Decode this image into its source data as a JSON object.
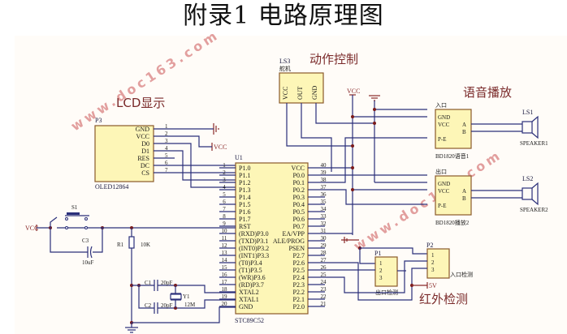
{
  "title": "附录1  电路原理图",
  "sections": {
    "lcd": "LCD显示",
    "motion": "动作控制",
    "voice": "语音播放",
    "ir": "红外检测"
  },
  "watermark": "www.doc163.com",
  "lcd_module": {
    "ref": "P3",
    "part": "OLED12864",
    "pins": [
      "GND",
      "VCC",
      "D0",
      "D1",
      "RES",
      "DC",
      "CS"
    ],
    "pin_numbers": [
      "1",
      "2",
      "3",
      "4",
      "5",
      "6",
      "7"
    ],
    "gnd_label": "",
    "vcc_label": "VCC"
  },
  "mcu": {
    "ref": "U1",
    "part": "STC89C52",
    "left_pins": [
      {
        "num": "1",
        "name": "P1.0"
      },
      {
        "num": "2",
        "name": "P1.1"
      },
      {
        "num": "3",
        "name": "P1.2"
      },
      {
        "num": "4",
        "name": "P1.3"
      },
      {
        "num": "5",
        "name": "P1.4"
      },
      {
        "num": "6",
        "name": "P1.5"
      },
      {
        "num": "7",
        "name": "P1.6"
      },
      {
        "num": "8",
        "name": "P1.7"
      },
      {
        "num": "9",
        "name": "RST"
      },
      {
        "num": "10",
        "name": "(RXD)P3.0"
      },
      {
        "num": "11",
        "name": "(TXD)P3.1"
      },
      {
        "num": "12",
        "name": "(INT0)P3.2"
      },
      {
        "num": "13",
        "name": "(INT1)P3.3"
      },
      {
        "num": "14",
        "name": "(T0)P3.4"
      },
      {
        "num": "15",
        "name": "(T1)P3.5"
      },
      {
        "num": "16",
        "name": "(WR)P3.6"
      },
      {
        "num": "17",
        "name": "(RD)P3.7"
      },
      {
        "num": "18",
        "name": "XTAL2"
      },
      {
        "num": "19",
        "name": "XTAL1"
      },
      {
        "num": "20",
        "name": "GND"
      }
    ],
    "right_pins": [
      {
        "num": "40",
        "name": "VCC"
      },
      {
        "num": "39",
        "name": "P0.0"
      },
      {
        "num": "38",
        "name": "P0.1"
      },
      {
        "num": "37",
        "name": "P0.2"
      },
      {
        "num": "36",
        "name": "P0.3"
      },
      {
        "num": "35",
        "name": "P0.4"
      },
      {
        "num": "34",
        "name": "P0.5"
      },
      {
        "num": "33",
        "name": "P0.6"
      },
      {
        "num": "32",
        "name": "P0.7"
      },
      {
        "num": "31",
        "name": "EA/VPP"
      },
      {
        "num": "30",
        "name": "ALE/PROG"
      },
      {
        "num": "29",
        "name": "PSEN"
      },
      {
        "num": "28",
        "name": "P2.7"
      },
      {
        "num": "27",
        "name": "P2.6"
      },
      {
        "num": "26",
        "name": "P2.5"
      },
      {
        "num": "25",
        "name": "P2.4"
      },
      {
        "num": "24",
        "name": "P2.3"
      },
      {
        "num": "23",
        "name": "P2.2"
      },
      {
        "num": "22",
        "name": "P2.1"
      },
      {
        "num": "21",
        "name": "P2.0"
      }
    ]
  },
  "motion_module": {
    "ref": "LS3",
    "desc": "舵机",
    "pins": [
      "VCC",
      "OUT",
      "GND"
    ],
    "vcc_label": "VCC"
  },
  "voice_modules": [
    {
      "ref": "入口",
      "part": "BD1820语音1",
      "pins_left": [
        "GND",
        "VCC",
        "P-E"
      ],
      "pins_right": [
        "A",
        "B"
      ],
      "speaker_ref": "LS1",
      "speaker": "SPEAKER1"
    },
    {
      "ref": "出口",
      "part": "BD1820播放2",
      "pins_left": [
        "GND",
        "VCC",
        "P-E"
      ],
      "pins_right": [
        "A",
        "B"
      ],
      "speaker_ref": "LS2",
      "speaker": "SPEAKER2"
    }
  ],
  "ir_modules": [
    {
      "ref": "P1",
      "desc": "出口检测",
      "pins": [
        "1",
        "2",
        "3"
      ]
    },
    {
      "ref": "P2",
      "desc": "入口检测",
      "pins": [
        "1",
        "2",
        "3"
      ]
    }
  ],
  "ir_supply": "5V",
  "reset": {
    "switch": "S1",
    "vcc": "VCC",
    "cap_ref": "C3",
    "cap_val": "10uF",
    "res_ref": "R1",
    "res_val": "10K"
  },
  "clock": {
    "c1_ref": "C1",
    "c1_val": "20pF",
    "c2_ref": "C2",
    "c2_val": "20pF",
    "xtal_ref": "Y1",
    "xtal_val": "12M"
  }
}
